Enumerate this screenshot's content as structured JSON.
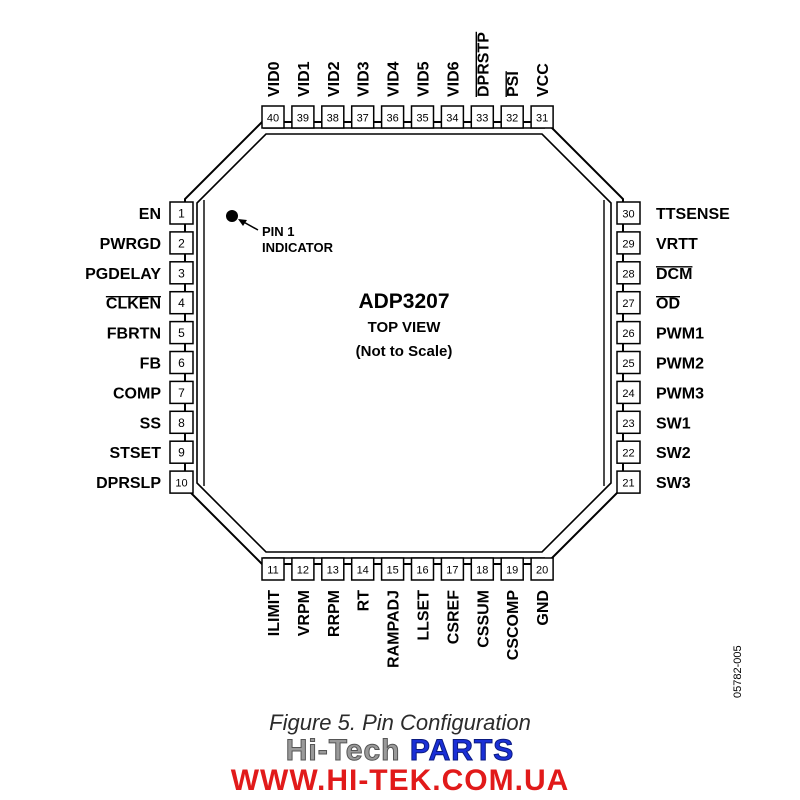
{
  "chip": {
    "name": "ADP3207",
    "view": "TOP VIEW",
    "scale_note": "(Not to Scale)",
    "pin1_indicator": [
      "PIN 1",
      "INDICATOR"
    ]
  },
  "pins": {
    "left": [
      {
        "num": "1",
        "name": "EN",
        "overline": false
      },
      {
        "num": "2",
        "name": "PWRGD",
        "overline": false
      },
      {
        "num": "3",
        "name": "PGDELAY",
        "overline": false
      },
      {
        "num": "4",
        "name": "CLKEN",
        "overline": true
      },
      {
        "num": "5",
        "name": "FBRTN",
        "overline": false
      },
      {
        "num": "6",
        "name": "FB",
        "overline": false
      },
      {
        "num": "7",
        "name": "COMP",
        "overline": false
      },
      {
        "num": "8",
        "name": "SS",
        "overline": false
      },
      {
        "num": "9",
        "name": "STSET",
        "overline": false
      },
      {
        "num": "10",
        "name": "DPRSLP",
        "overline": false
      }
    ],
    "bottom": [
      {
        "num": "11",
        "name": "ILIMIT",
        "overline": false
      },
      {
        "num": "12",
        "name": "VRPM",
        "overline": false
      },
      {
        "num": "13",
        "name": "RRPM",
        "overline": false
      },
      {
        "num": "14",
        "name": "RT",
        "overline": false
      },
      {
        "num": "15",
        "name": "RAMPADJ",
        "overline": false
      },
      {
        "num": "16",
        "name": "LLSET",
        "overline": false
      },
      {
        "num": "17",
        "name": "CSREF",
        "overline": false
      },
      {
        "num": "18",
        "name": "CSSUM",
        "overline": false
      },
      {
        "num": "19",
        "name": "CSCOMP",
        "overline": false
      },
      {
        "num": "20",
        "name": "GND",
        "overline": false
      }
    ],
    "right": [
      {
        "num": "30",
        "name": "TTSENSE",
        "overline": false
      },
      {
        "num": "29",
        "name": "VRTT",
        "overline": false
      },
      {
        "num": "28",
        "name": "DCM",
        "overline": true
      },
      {
        "num": "27",
        "name": "OD",
        "overline": true
      },
      {
        "num": "26",
        "name": "PWM1",
        "overline": false
      },
      {
        "num": "25",
        "name": "PWM2",
        "overline": false
      },
      {
        "num": "24",
        "name": "PWM3",
        "overline": false
      },
      {
        "num": "23",
        "name": "SW1",
        "overline": false
      },
      {
        "num": "22",
        "name": "SW2",
        "overline": false
      },
      {
        "num": "21",
        "name": "SW3",
        "overline": false
      }
    ],
    "top": [
      {
        "num": "40",
        "name": "VID0",
        "overline": false
      },
      {
        "num": "39",
        "name": "VID1",
        "overline": false
      },
      {
        "num": "38",
        "name": "VID2",
        "overline": false
      },
      {
        "num": "37",
        "name": "VID3",
        "overline": false
      },
      {
        "num": "36",
        "name": "VID4",
        "overline": false
      },
      {
        "num": "35",
        "name": "VID5",
        "overline": false
      },
      {
        "num": "34",
        "name": "VID6",
        "overline": false
      },
      {
        "num": "33",
        "name": "DPRSTP",
        "overline": true
      },
      {
        "num": "32",
        "name": "PSI",
        "overline": true
      },
      {
        "num": "31",
        "name": "VCC",
        "overline": false
      }
    ]
  },
  "figure_code": "05782-005",
  "caption": "Figure 5. Pin Configuration",
  "watermark": {
    "brand_part1": "Hi-Tech ",
    "brand_part2": "PARTS",
    "url": "WWW.HI-TEK.COM.UA"
  }
}
